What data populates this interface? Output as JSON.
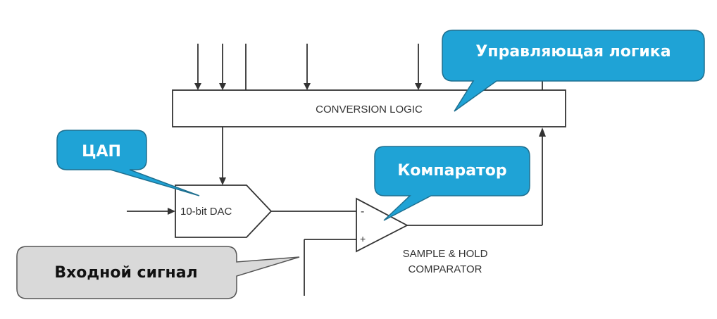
{
  "diagram": {
    "conversion_logic_label": "CONVERSION LOGIC",
    "dac_label": "10-bit DAC",
    "comparator_minus": "-",
    "comparator_plus": "+",
    "comparator_label_line1": "SAMPLE & HOLD",
    "comparator_label_line2": "COMPARATOR"
  },
  "callouts": {
    "control_logic": "Управляющая логика",
    "dac": "ЦАП",
    "comparator": "Компаратор",
    "input_signal": "Входной сигнал"
  },
  "colors": {
    "callout_blue": "#1fa3d6",
    "callout_gray": "#d9d9d9",
    "line": "#333333"
  }
}
